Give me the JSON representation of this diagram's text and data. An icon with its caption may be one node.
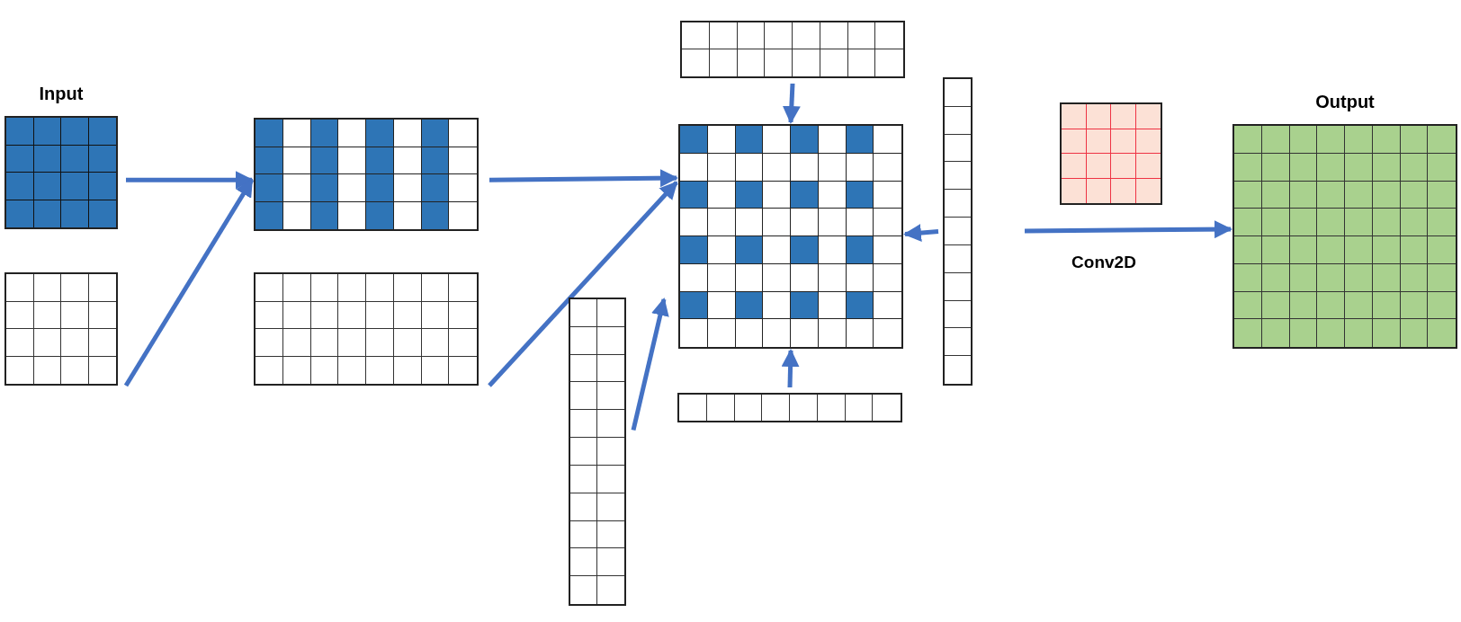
{
  "diagram": {
    "nodes": [
      {
        "text": [
          "Input"
        ]
      },
      {
        "text": [],
        "shape": "grid"
      },
      {
        "text": [],
        "shape": "grid"
      },
      {
        "text": [],
        "shape": "grid"
      },
      {
        "text": [],
        "shape": "grid"
      },
      {
        "text": [],
        "shape": "grid"
      },
      {
        "text": [],
        "shape": "grid"
      },
      {
        "text": [],
        "shape": "grid"
      },
      {
        "text": [],
        "shape": "grid"
      },
      {
        "text": [],
        "shape": "grid"
      },
      {
        "text": [
          "Output"
        ]
      }
    ],
    "edges": [
      {
        "from": 0,
        "to": 2,
        "arrow": "to"
      },
      {
        "from": 1,
        "to": 2,
        "arrow": "to"
      },
      {
        "from": 2,
        "to": 6,
        "arrow": "to"
      },
      {
        "from": 3,
        "to": 6,
        "arrow": "to"
      },
      {
        "from": 4,
        "to": 6,
        "arrow": "to"
      },
      {
        "from": 5,
        "to": 6,
        "arrow": "to"
      },
      {
        "from": 8,
        "to": 6,
        "arrow": "to"
      },
      {
        "from": 7,
        "to": 6,
        "arrow": "to"
      },
      {
        "from": null,
        "to": 10,
        "arrow": "to",
        "label": "Conv2D"
      }
    ]
  }
}
